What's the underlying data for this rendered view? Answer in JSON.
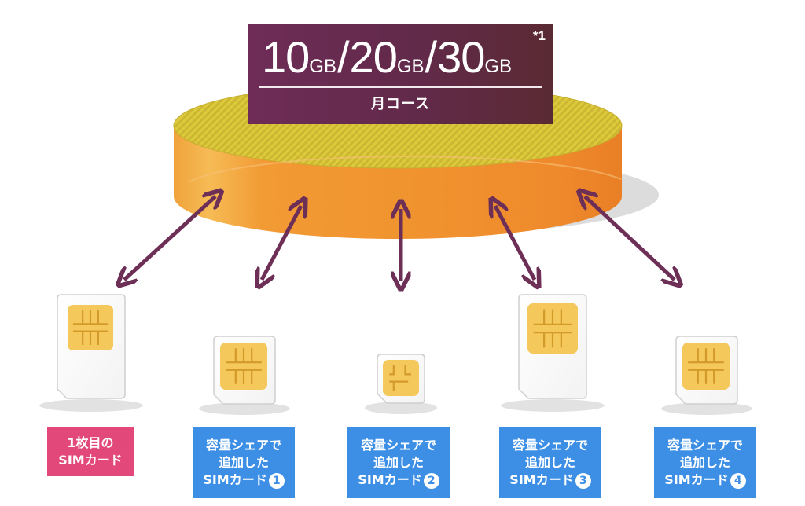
{
  "plan": {
    "amounts": [
      "10",
      "20",
      "30"
    ],
    "unit": "GB",
    "separator": "/",
    "footnote": "*1",
    "course": "月コース"
  },
  "cards": [
    {
      "kind": "main",
      "lines": [
        "1枚目の",
        "SIMカード"
      ],
      "number": ""
    },
    {
      "kind": "share",
      "lines": [
        "容量シェアで",
        "追加した",
        "SIMカード"
      ],
      "number": "1"
    },
    {
      "kind": "share",
      "lines": [
        "容量シェアで",
        "追加した",
        "SIMカード"
      ],
      "number": "2"
    },
    {
      "kind": "share",
      "lines": [
        "容量シェアで",
        "追加した",
        "SIMカード"
      ],
      "number": "3"
    },
    {
      "kind": "share",
      "lines": [
        "容量シェアで",
        "追加した",
        "SIMカード"
      ],
      "number": "4"
    }
  ],
  "colors": {
    "banner": "#642a4a",
    "disc_side": "#f1952f",
    "disc_top": "#d9c83a",
    "arrow": "#6e2f57",
    "chip": "#f4c85a",
    "label_main": "#e2487a",
    "label_share": "#3d8fe6"
  }
}
